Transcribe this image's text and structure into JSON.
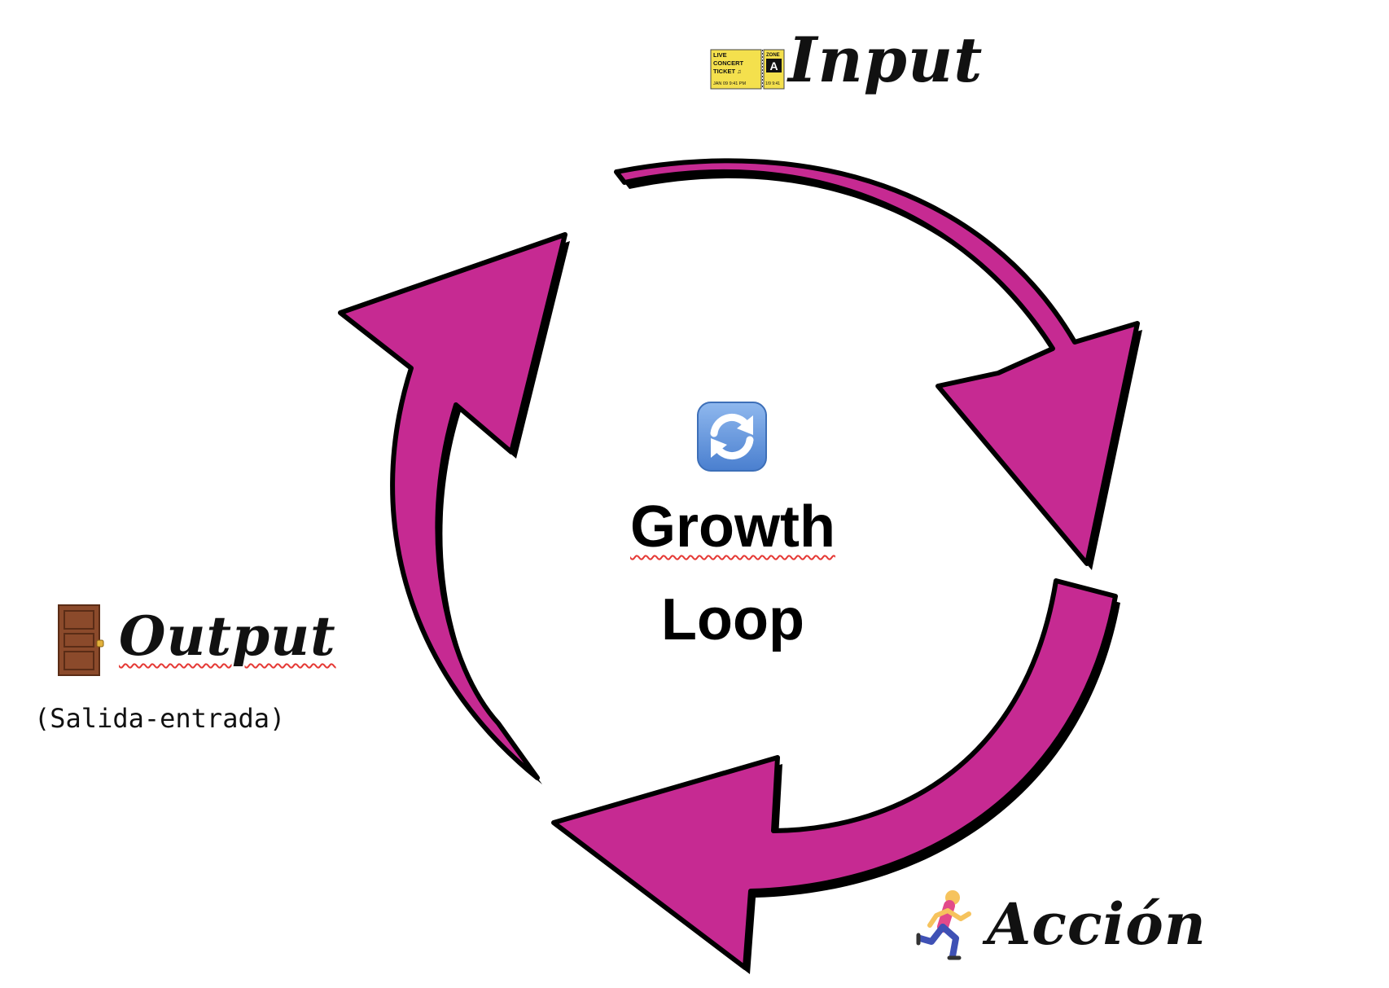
{
  "colors": {
    "arrow_fill": "#c62a92",
    "arrow_outline": "#000000",
    "text": "#111111",
    "spellcheck_underline": "#e53935",
    "refresh_icon_bg": "#5b8fd6",
    "ticket_yellow": "#f4e04d",
    "door_brown": "#8b4a2b"
  },
  "center": {
    "icon": "refresh-icon",
    "title_line1": "Growth",
    "title_line2": "Loop"
  },
  "nodes": {
    "input": {
      "icon": "ticket-icon",
      "label": "Input",
      "ticket_text": {
        "line1": "LIVE",
        "line2": "CONCERT",
        "line3": "TICKET ♫",
        "date": "JAN 09  9:41 PM",
        "zone_label": "ZONE",
        "zone": "A",
        "stub_date": "1/9  9:41"
      }
    },
    "accion": {
      "icon": "running-person-icon",
      "label": "Acción"
    },
    "output": {
      "icon": "door-icon",
      "label": "Output",
      "sublabel": "(Salida-entrada)"
    }
  }
}
